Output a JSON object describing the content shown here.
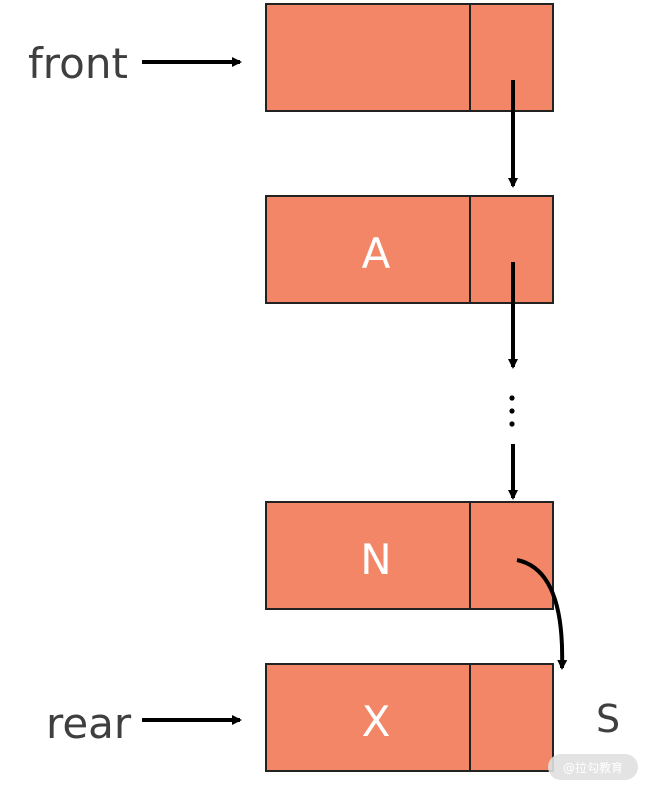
{
  "pointers": {
    "front": "front",
    "rear": "rear"
  },
  "nodes": [
    {
      "label": ""
    },
    {
      "label": "A"
    },
    {
      "label": "N"
    },
    {
      "label": "X"
    }
  ],
  "queue_label": "S",
  "watermark": "@拉勾教育",
  "colors": {
    "node_fill": "#f28667",
    "node_border": "#222222",
    "arrow": "#000000",
    "text_dark": "#3f3f3f",
    "text_light": "#ffffff"
  }
}
